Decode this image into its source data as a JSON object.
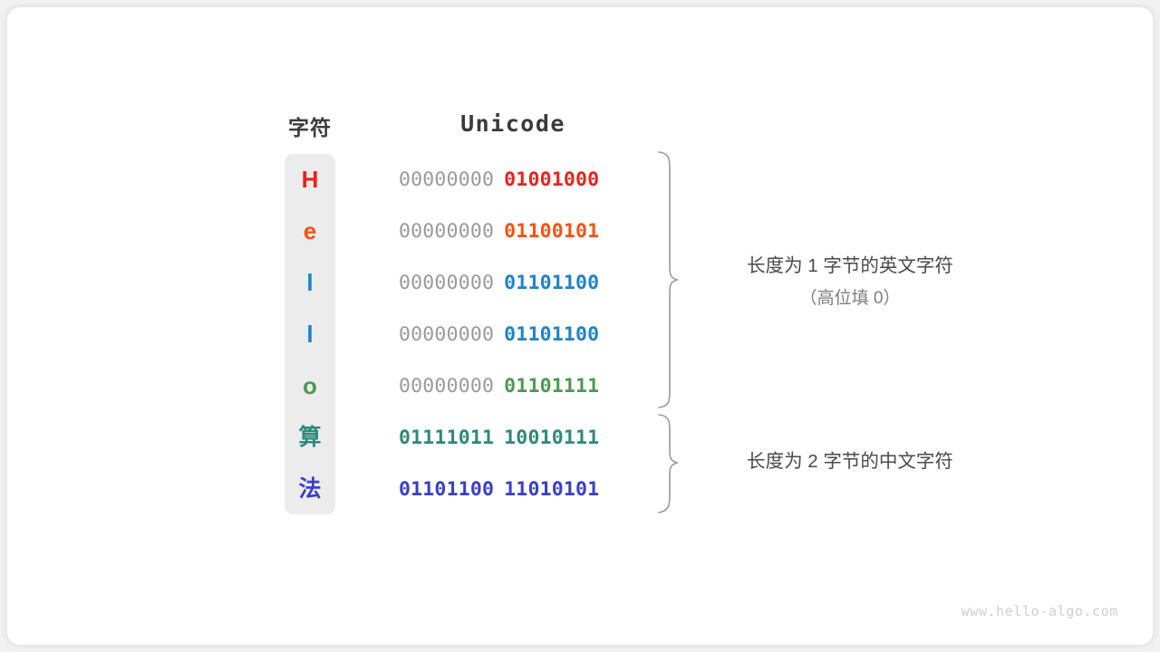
{
  "headers": {
    "character": "字符",
    "unicode": "Unicode"
  },
  "colors": {
    "char_column_bg": "#ececec",
    "high_byte_gray": "#9a9a9a",
    "header_text": "#3b3b3b",
    "annotation_text": "#4a4a4a",
    "annotation_sub_text": "#7d7d7d",
    "brace_stroke": "#9a9a9a",
    "watermark": "#cfcfcf",
    "card_bg": "#ffffff",
    "page_bg": "#f2f2f2"
  },
  "rows": [
    {
      "char": "H",
      "color": "#e8231e",
      "high_byte": "00000000",
      "low_byte": "01001000",
      "high_filled": false,
      "cjk": false
    },
    {
      "char": "e",
      "color": "#f25416",
      "high_byte": "00000000",
      "low_byte": "01100101",
      "high_filled": false,
      "cjk": false
    },
    {
      "char": "l",
      "color": "#1f83c8",
      "high_byte": "00000000",
      "low_byte": "01101100",
      "high_filled": false,
      "cjk": false
    },
    {
      "char": "l",
      "color": "#1f83c8",
      "high_byte": "00000000",
      "low_byte": "01101100",
      "high_filled": false,
      "cjk": false
    },
    {
      "char": "o",
      "color": "#4c9a52",
      "high_byte": "00000000",
      "low_byte": "01101111",
      "high_filled": false,
      "cjk": false
    },
    {
      "char": "算",
      "color": "#2d8a7a",
      "high_byte": "01111011",
      "low_byte": "10010111",
      "high_filled": true,
      "cjk": true
    },
    {
      "char": "法",
      "color": "#3a3fc8",
      "high_byte": "01101100",
      "low_byte": "11010101",
      "high_filled": true,
      "cjk": true
    }
  ],
  "annotations": {
    "one_byte": {
      "main": "长度为 1 字节的英文字符",
      "sub": "（高位填 0）"
    },
    "two_byte": {
      "main": "长度为 2 字节的中文字符"
    }
  },
  "watermark": "www.hello-algo.com"
}
